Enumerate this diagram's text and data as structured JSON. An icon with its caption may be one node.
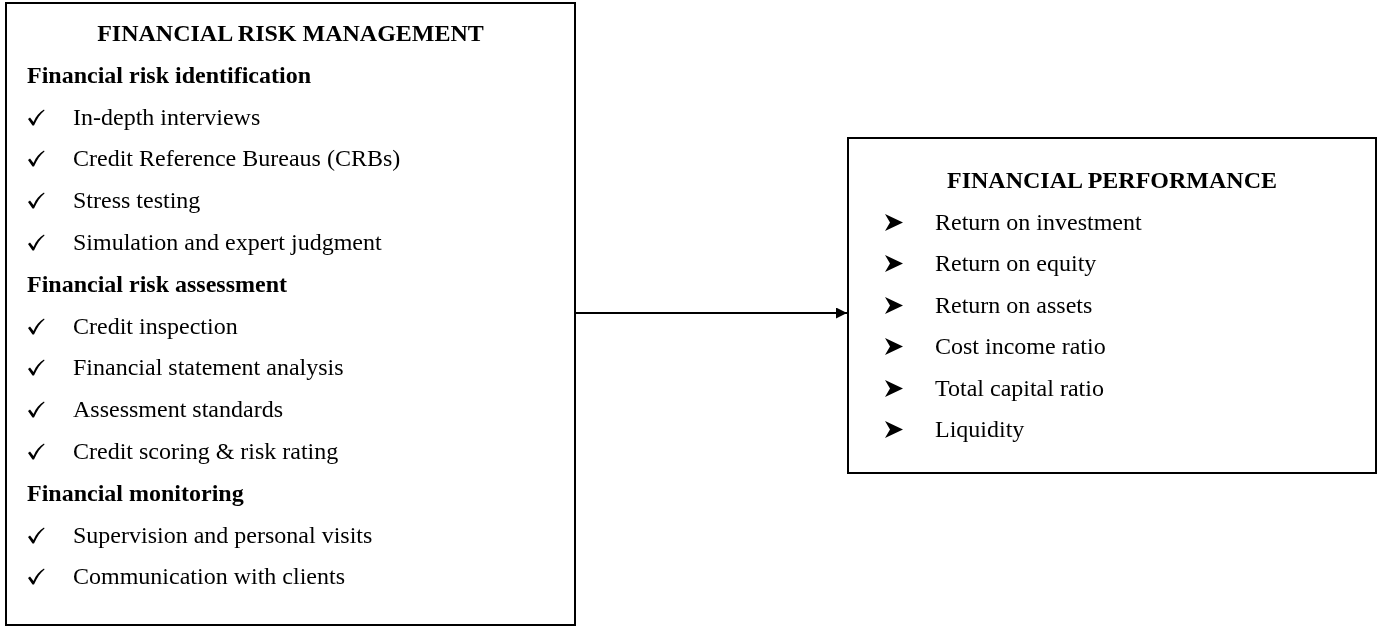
{
  "diagram": {
    "nodes": [
      {
        "text": [
          "FINANCIAL RISK MANAGEMENT",
          "Financial risk identification",
          "In-depth interviews",
          "Credit Reference Bureaus (CRBs)",
          "Stress testing",
          "Simulation and expert judgment",
          "Financial risk assessment",
          "Credit inspection",
          "Financial statement analysis",
          "Assessment standards",
          "Credit scoring & risk rating",
          "Financial monitoring",
          "Supervision and personal visits",
          "Communication with clients"
        ]
      },
      {
        "text": [
          "FINANCIAL PERFORMANCE",
          "Return on investment",
          "Return on equity",
          "Return on assets",
          "Cost income ratio",
          "Total capital ratio",
          "Liquidity"
        ]
      }
    ],
    "edges": [
      {
        "from": 0,
        "to": 1,
        "arrow": "to"
      }
    ]
  }
}
